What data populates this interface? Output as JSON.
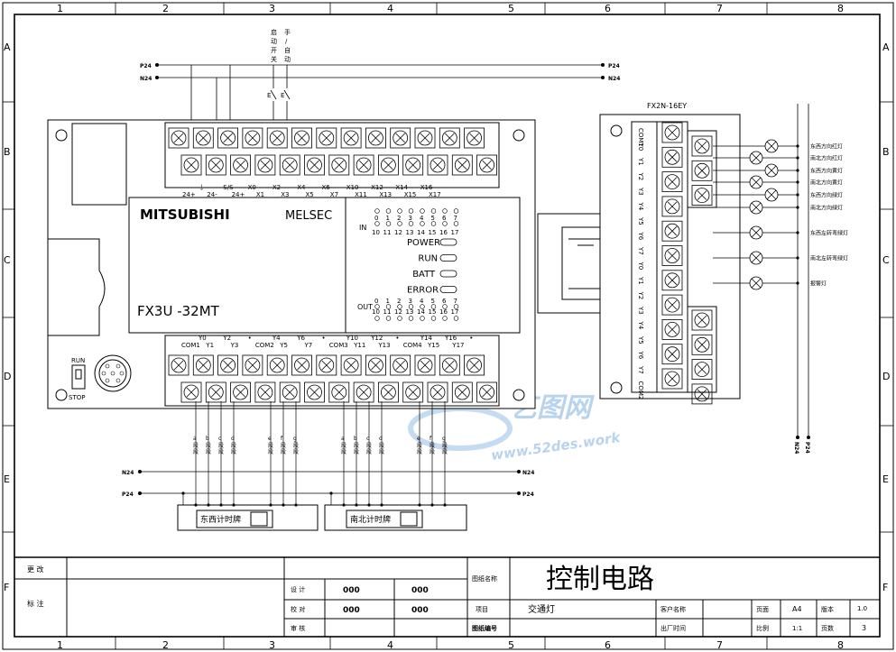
{
  "grid": {
    "columns": [
      "1",
      "2",
      "3",
      "4",
      "5",
      "6",
      "7",
      "8"
    ],
    "rows": [
      "A",
      "B",
      "C",
      "D",
      "E",
      "F"
    ]
  },
  "switches": {
    "start": [
      "启",
      "动",
      "开",
      "关"
    ],
    "manual": [
      "手",
      "/",
      "自",
      "动"
    ]
  },
  "rails": {
    "top_pos": "P24",
    "top_neg": "N24",
    "mid_neg": "N24",
    "mid_pos": "P24",
    "right_neg": "N24",
    "right_pos": "P24"
  },
  "plc": {
    "brand": "MITSUBISHI",
    "series": "MELSEC",
    "model": "FX3U -32MT",
    "top_labels_1": [
      "⏚",
      "S/S",
      "X0",
      "X2",
      "X4",
      "X6",
      "X10",
      "X12",
      "X14",
      "X16"
    ],
    "top_labels_2": [
      "24+",
      "24-",
      "24+",
      "X1",
      "X3",
      "X5",
      "X7",
      "X11",
      "X13",
      "X15",
      "X17"
    ],
    "bottom_labels_1": [
      "Y0",
      "Y2",
      "•",
      "Y4",
      "Y6",
      "•",
      "Y10",
      "Y12",
      "•",
      "Y14",
      "Y16",
      "•"
    ],
    "bottom_labels_2": [
      "COM1",
      "Y1",
      "Y3",
      "COM2",
      "Y5",
      "Y7",
      "COM3",
      "Y11",
      "Y13",
      "COM4",
      "Y15",
      "Y17"
    ],
    "in_label": "IN",
    "out_label": "OUT",
    "leds_row1": [
      "0",
      "1",
      "2",
      "3",
      "4",
      "5",
      "6",
      "7"
    ],
    "leds_row2": [
      "10",
      "11",
      "12",
      "13",
      "14",
      "15",
      "16",
      "17"
    ],
    "status": [
      "POWER",
      "RUN",
      "BATT",
      "ERROR"
    ],
    "run": "RUN",
    "stop": "STOP"
  },
  "expansion": {
    "model": "FX2N-16EY",
    "terminals_left": [
      "COM1",
      "Y0",
      "Y1",
      "Y2",
      "Y3",
      "Y4",
      "Y5",
      "Y6",
      "Y7",
      "Y0",
      "Y1",
      "Y2",
      "Y3",
      "Y4",
      "Y5",
      "Y6",
      "Y7",
      "COM2"
    ],
    "lamps": [
      "东西方向红灯",
      "南北方向红灯",
      "东西方向黄灯",
      "南北方向黄灯",
      "东西方向绿灯",
      "南北方向绿灯",
      "东西左转弯绿灯",
      "南北左转弯绿灯",
      "报警灯"
    ]
  },
  "segment_groups": {
    "group1": [
      "a",
      "b",
      "c",
      "d",
      "e",
      "f",
      "g"
    ],
    "group2": [
      "a",
      "b",
      "c",
      "d",
      "e",
      "f",
      "g"
    ],
    "seg_word": "段",
    "display1": "东西计时牌",
    "display2": "南北计时牌"
  },
  "title_block": {
    "change": "更 改",
    "note": "标 注",
    "design": "设 计",
    "check": "校 对",
    "review": "审 核",
    "v1": "000",
    "v2": "000",
    "v3": "000",
    "v4": "000",
    "drawing_name_label": "图纸名称",
    "drawing_name": "控制电路",
    "project_label": "项目",
    "project": "交通灯",
    "customer_label": "客户名称",
    "factory_time_label": "出厂时间",
    "drawing_no_label": "图纸编号",
    "sheet_label": "页面",
    "sheet": "A4",
    "version_label": "版本",
    "version": "1.0",
    "scale_label": "比例",
    "scale": "1:1",
    "pages_label": "页数",
    "pages": "3"
  },
  "watermark": {
    "cn": "艺图网",
    "url": "www.52des.work"
  }
}
